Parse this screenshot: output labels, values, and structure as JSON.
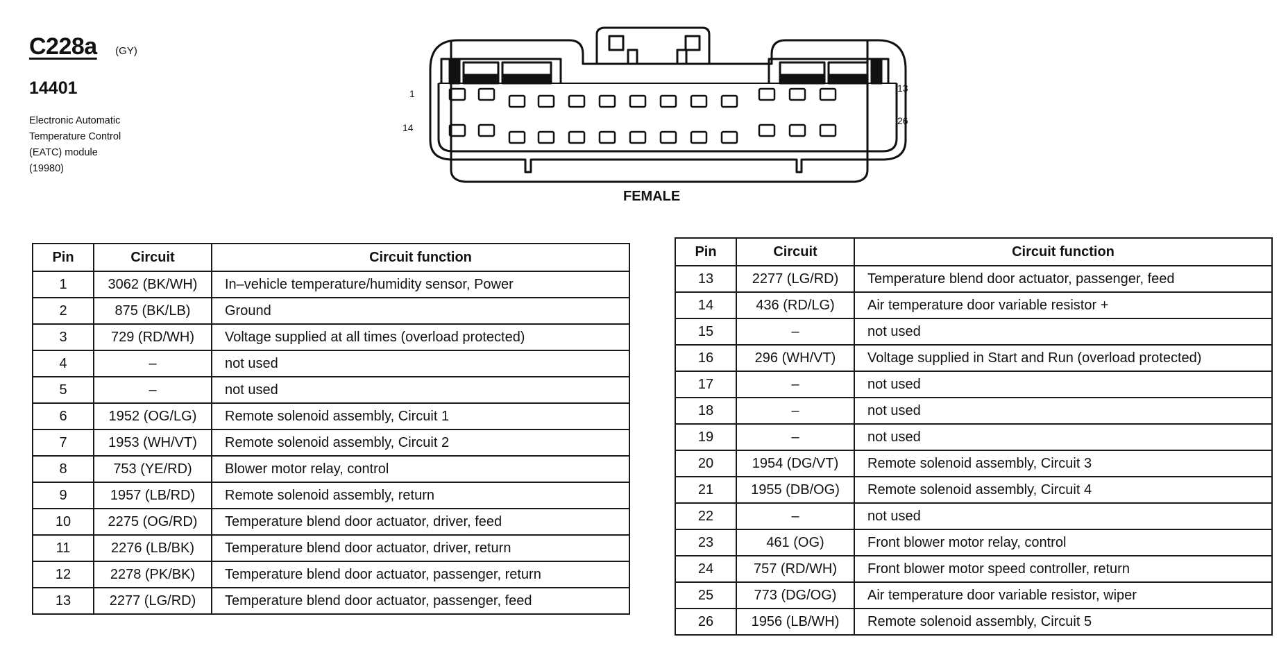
{
  "connector": {
    "id": "C228a",
    "color": "(GY)",
    "part_number": "14401",
    "description": [
      "Electronic Automatic",
      "Temperature Control",
      "(EATC) module",
      "(19980)"
    ],
    "gender": "FEMALE",
    "pin_labels": {
      "top_left": "1",
      "top_right": "13",
      "bottom_left": "14",
      "bottom_right": "26"
    }
  },
  "table_headers": {
    "pin": "Pin",
    "circuit": "Circuit",
    "function": "Circuit function"
  },
  "left_table": [
    {
      "pin": "1",
      "circuit": "3062 (BK/WH)",
      "function": "In–vehicle temperature/humidity sensor, Power"
    },
    {
      "pin": "2",
      "circuit": "875 (BK/LB)",
      "function": "Ground"
    },
    {
      "pin": "3",
      "circuit": "729 (RD/WH)",
      "function": "Voltage supplied at all times (overload protected)"
    },
    {
      "pin": "4",
      "circuit": "–",
      "function": "not used"
    },
    {
      "pin": "5",
      "circuit": "–",
      "function": "not used"
    },
    {
      "pin": "6",
      "circuit": "1952 (OG/LG)",
      "function": "Remote solenoid assembly, Circuit 1"
    },
    {
      "pin": "7",
      "circuit": "1953 (WH/VT)",
      "function": "Remote solenoid assembly, Circuit 2"
    },
    {
      "pin": "8",
      "circuit": "753 (YE/RD)",
      "function": "Blower motor relay, control"
    },
    {
      "pin": "9",
      "circuit": "1957 (LB/RD)",
      "function": "Remote solenoid assembly, return"
    },
    {
      "pin": "10",
      "circuit": "2275 (OG/RD)",
      "function": "Temperature blend door actuator, driver, feed"
    },
    {
      "pin": "11",
      "circuit": "2276 (LB/BK)",
      "function": "Temperature blend door actuator, driver, return"
    },
    {
      "pin": "12",
      "circuit": "2278 (PK/BK)",
      "function": "Temperature blend door actuator, passenger, return"
    },
    {
      "pin": "13",
      "circuit": "2277 (LG/RD)",
      "function": "Temperature blend door actuator, passenger, feed"
    }
  ],
  "right_table": [
    {
      "pin": "13",
      "circuit": "2277 (LG/RD)",
      "function": "Temperature blend door actuator, passenger, feed"
    },
    {
      "pin": "14",
      "circuit": "436 (RD/LG)",
      "function": "Air temperature door variable resistor +"
    },
    {
      "pin": "15",
      "circuit": "–",
      "function": "not used"
    },
    {
      "pin": "16",
      "circuit": "296 (WH/VT)",
      "function": "Voltage supplied in Start and Run (overload protected)"
    },
    {
      "pin": "17",
      "circuit": "–",
      "function": "not used"
    },
    {
      "pin": "18",
      "circuit": "–",
      "function": "not used"
    },
    {
      "pin": "19",
      "circuit": "–",
      "function": "not used"
    },
    {
      "pin": "20",
      "circuit": "1954 (DG/VT)",
      "function": "Remote solenoid assembly, Circuit 3"
    },
    {
      "pin": "21",
      "circuit": "1955 (DB/OG)",
      "function": "Remote solenoid assembly, Circuit 4"
    },
    {
      "pin": "22",
      "circuit": "–",
      "function": "not used"
    },
    {
      "pin": "23",
      "circuit": "461 (OG)",
      "function": "Front blower motor relay, control"
    },
    {
      "pin": "24",
      "circuit": "757 (RD/WH)",
      "function": "Front blower motor speed controller, return"
    },
    {
      "pin": "25",
      "circuit": "773 (DG/OG)",
      "function": "Air temperature door variable resistor, wiper"
    },
    {
      "pin": "26",
      "circuit": "1956 (LB/WH)",
      "function": "Remote solenoid assembly, Circuit 5"
    }
  ]
}
